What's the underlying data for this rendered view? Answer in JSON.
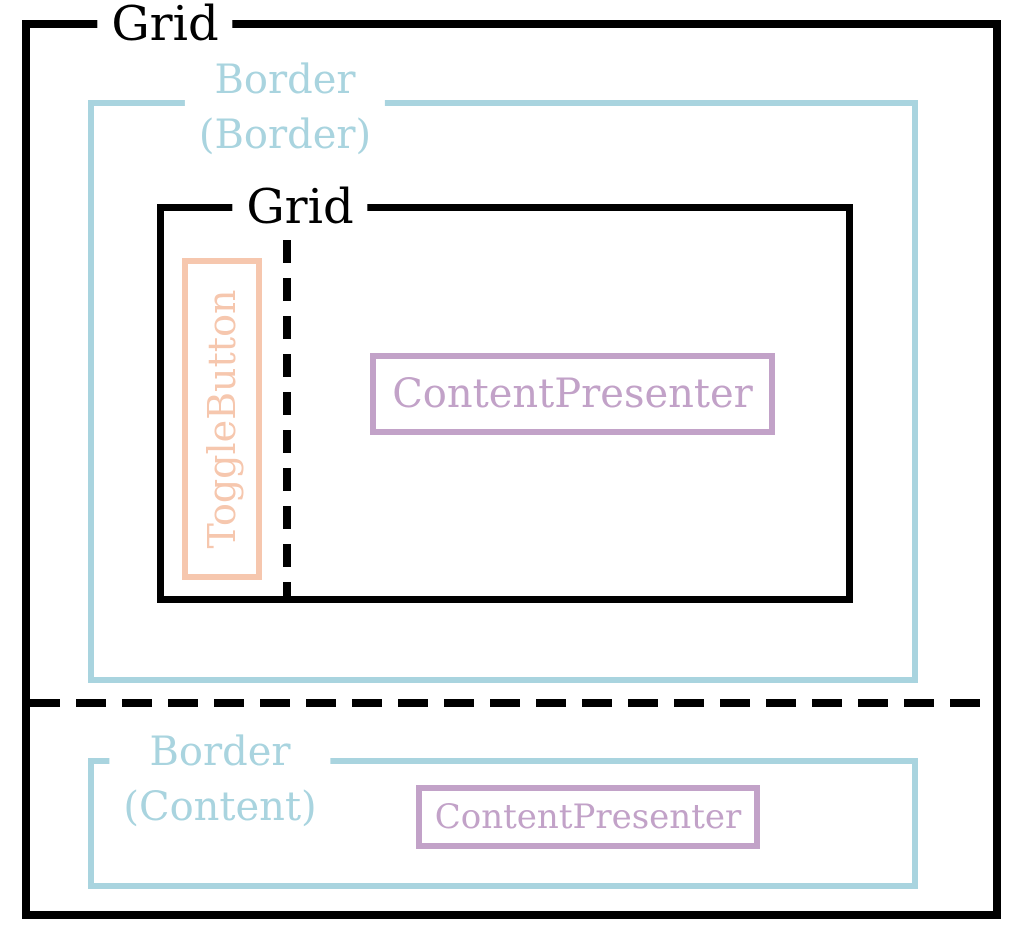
{
  "diagram": {
    "outer_grid": {
      "label": "Grid"
    },
    "header_border": {
      "label_line1": "Border",
      "label_line2": "(Border)"
    },
    "inner_grid": {
      "label": "Grid"
    },
    "toggle_button": {
      "label": "ToggleButton"
    },
    "header_content_presenter": {
      "label": "ContentPresenter"
    },
    "content_border": {
      "label_line1": "Border",
      "label_line2": "(Content)"
    },
    "content_content_presenter": {
      "label": "ContentPresenter"
    }
  },
  "colors": {
    "grid_stroke": "#000000",
    "border_stroke": "#A9D4DF",
    "toggle_button_stroke": "#F6C7AE",
    "content_presenter_stroke": "#C2A2C8",
    "background": "#FFFFFF"
  }
}
